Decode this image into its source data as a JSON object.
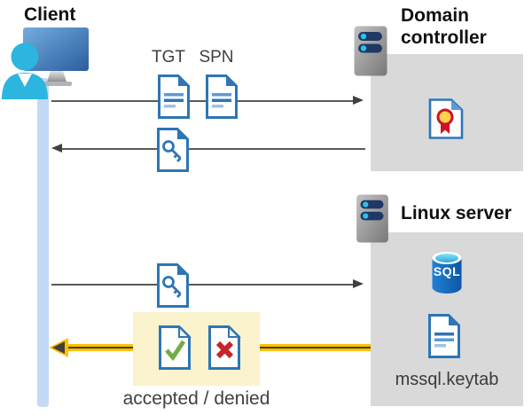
{
  "nodes": {
    "client": {
      "label": "Client",
      "icon": "client-workstation-icon"
    },
    "domain_controller": {
      "label": "Domain controller",
      "icon": "server-icon",
      "certificate_icon": "certificate-document-icon"
    },
    "linux_server": {
      "label": "Linux server",
      "icon": "server-icon",
      "sql_icon": "sql-database-icon",
      "sql_badge": "SQL",
      "keytab_icon": "keytab-document-icon",
      "keytab_label": "mssql.keytab"
    }
  },
  "flows": [
    {
      "from": "client",
      "to": "domain_controller",
      "arrow": "gray-right",
      "ticket_labels": [
        "TGT",
        "SPN"
      ],
      "icons": [
        "ticket-document-icon",
        "ticket-document-icon"
      ]
    },
    {
      "from": "domain_controller",
      "to": "client",
      "arrow": "gray-left",
      "icons": [
        "key-document-icon"
      ]
    },
    {
      "from": "client",
      "to": "linux_server",
      "arrow": "gray-right",
      "icons": [
        "key-document-icon"
      ]
    },
    {
      "from": "linux_server",
      "to": "client",
      "arrow": "yellow-left",
      "highlighted": true,
      "label": "accepted / denied",
      "icons": [
        "accepted-document-icon",
        "denied-document-icon"
      ]
    }
  ],
  "colors": {
    "document_blue": "#2E75B6",
    "timeline_blue": "#C3D9F5",
    "panel_gray": "#D9D9D9",
    "highlight_yellow": "#FAF3CE",
    "arrow_gray": "#404040",
    "arrow_yellow": "#FFC000",
    "accepted_green": "#70AD47",
    "denied_red": "#C00000",
    "sql_cyan": "#3BB9E0",
    "sql_blue": "#1169C0"
  }
}
